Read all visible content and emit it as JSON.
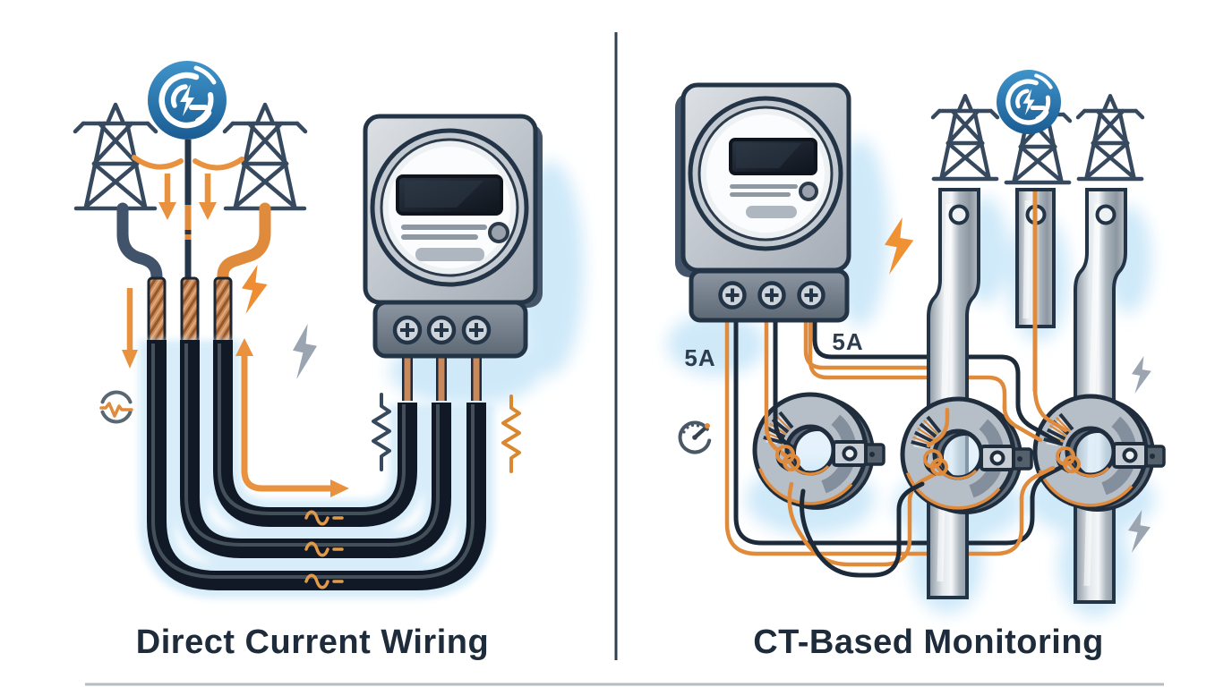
{
  "diagram": {
    "left_panel": {
      "title": "Direct Current Wiring",
      "elements": [
        "transmission-towers",
        "grid-logo",
        "supply-cables",
        "copper-conductors",
        "electric-meter",
        "ac-wave-marks",
        "resistors",
        "waveform-indicator",
        "flow-arrows",
        "lightning-bolts"
      ]
    },
    "right_panel": {
      "title": "CT-Based Monitoring",
      "ct_rating_label_1": "5A",
      "ct_rating_label_2": "5A",
      "elements": [
        "electric-meter",
        "transmission-towers",
        "grid-logo",
        "busbars",
        "current-transformers",
        "secondary-wires",
        "gauge-indicator",
        "lightning-bolts"
      ]
    },
    "colors": {
      "accent_orange": "#E0882F",
      "outline_navy": "#22303F",
      "title_navy": "#1D2B3B",
      "logo_blue": "#2C7CB0",
      "metal_gray": "#B9C1C9",
      "glow_blue": "#CFE9F9",
      "copper": "#C9895A",
      "cable_black": "#111927"
    },
    "icons": [
      "grid-logo-icon",
      "transmission-tower-icon",
      "electric-meter-icon",
      "lightning-bolt-icon",
      "waveform-icon",
      "gauge-icon",
      "resistor-icon",
      "current-transformer-icon",
      "busbar-icon",
      "arrow-icon",
      "ac-wave-icon"
    ]
  }
}
